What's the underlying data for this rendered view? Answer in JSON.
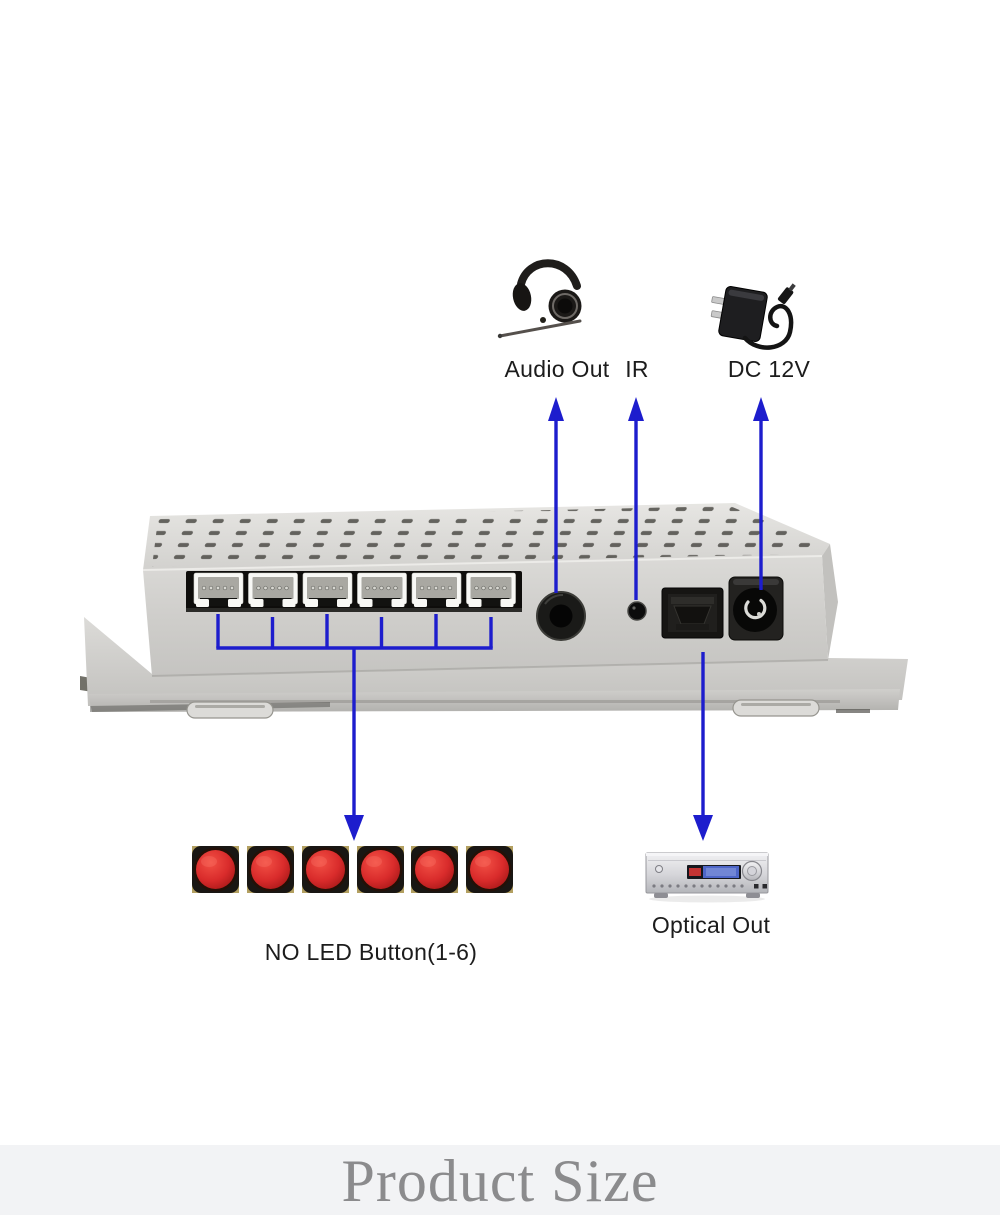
{
  "diagram": {
    "callouts": {
      "audio_out": "Audio Out",
      "ir": "IR",
      "dc_12v": "DC 12V",
      "optical_out": "Optical Out",
      "buttons": "NO LED Button(1-6)"
    },
    "icons": {
      "headphones": "headphones-icon",
      "power_adapter": "power-adapter-icon",
      "av_receiver": "av-receiver-icon"
    },
    "device": {
      "pin_connector_count": 6,
      "red_button_count": 6,
      "ports": [
        "pin-connectors",
        "audio-out-jack",
        "ir-receiver",
        "optical-out-port",
        "dc-12v-jack"
      ]
    },
    "colors": {
      "arrow_blue": "#1d1dcd",
      "button_red": "#d92b2b",
      "device_gray": "#d3d2cf",
      "banner_bg": "#f2f3f5",
      "banner_text": "#8b8b8d"
    }
  },
  "banner": {
    "title": "Product Size"
  }
}
